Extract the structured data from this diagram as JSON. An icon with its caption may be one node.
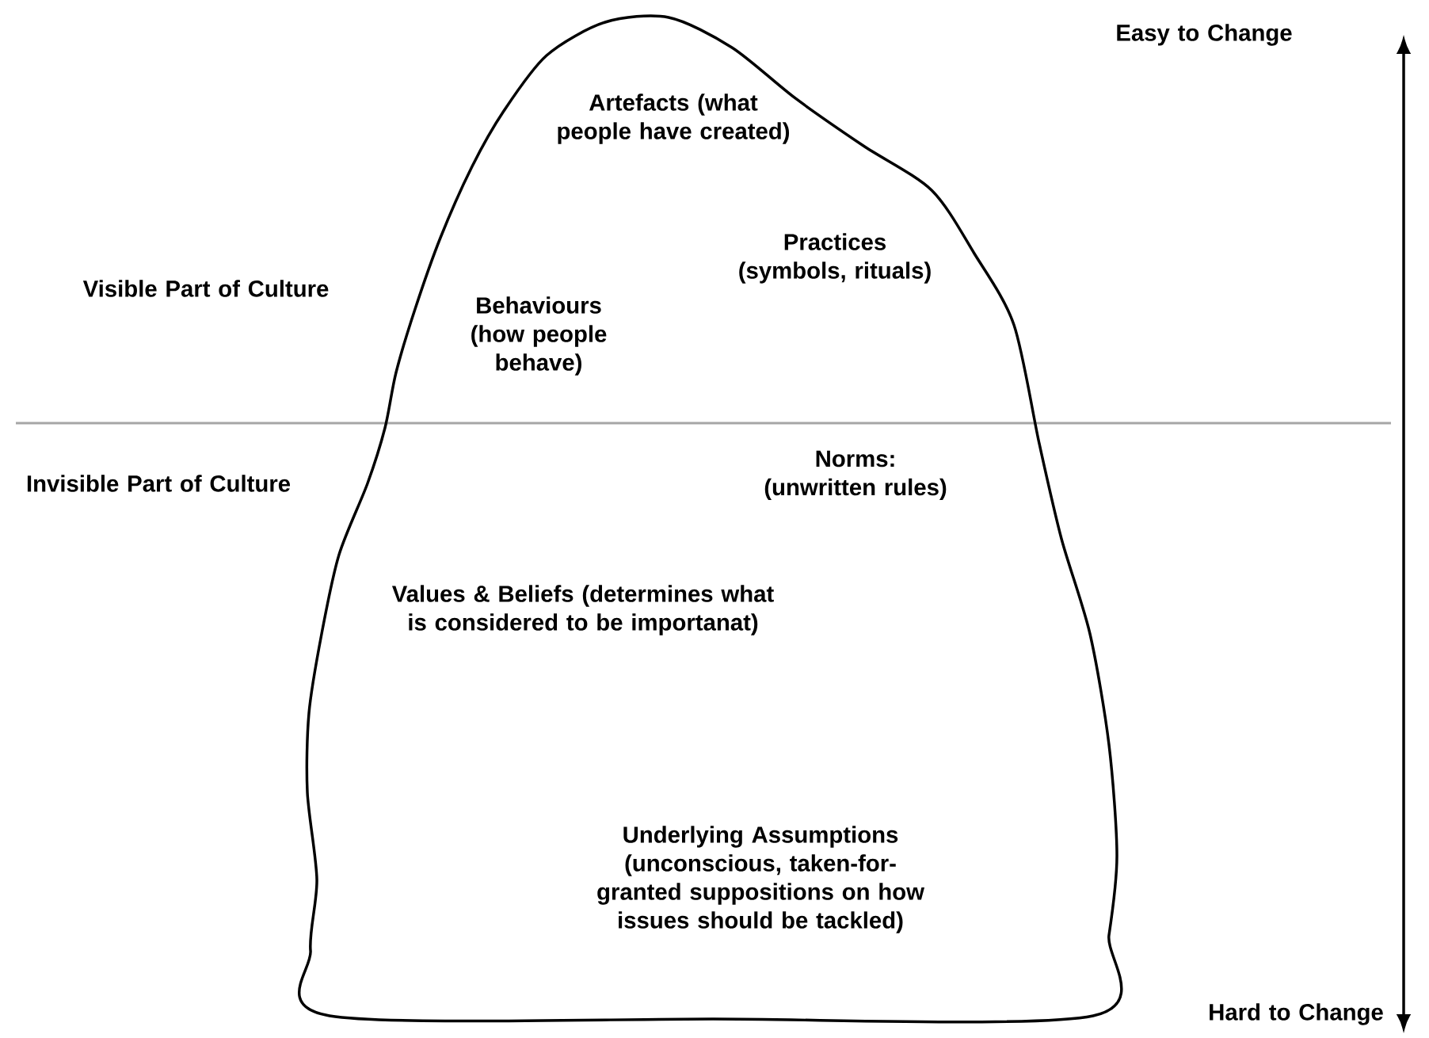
{
  "diagram": {
    "nodes": [
      {
        "text": [
          "Artefacts (what people have created)",
          "Practices (symbols, rituals)",
          "Behaviours (how people behave)",
          "Norms: (unwritten rules)",
          "Values & Beliefs (determines what is considered to be importanat)",
          "Underlying Assumptions (unconscious, taken-for-granted suppositions on how issues should be tackled)"
        ]
      }
    ],
    "edges": [],
    "labels": [
      "Easy to Change",
      "Visible Part of Culture",
      "Invisible Part of Culture",
      "Hard to Change"
    ]
  }
}
